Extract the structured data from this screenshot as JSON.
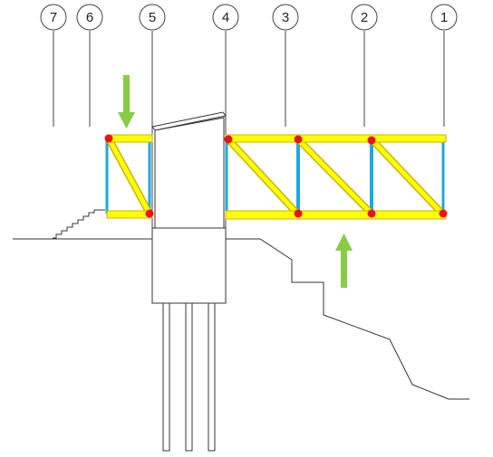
{
  "grid_axes": [
    {
      "label": "7"
    },
    {
      "label": "6"
    },
    {
      "label": "5"
    },
    {
      "label": "4"
    },
    {
      "label": "3"
    },
    {
      "label": "2"
    },
    {
      "label": "1"
    }
  ],
  "colors": {
    "chord": "#ffff00",
    "chord_edge": "#c8b400",
    "vertical_member": "#1ea8e0",
    "node": "#ee1111",
    "arrow": "#88cc44",
    "line": "#333333"
  }
}
